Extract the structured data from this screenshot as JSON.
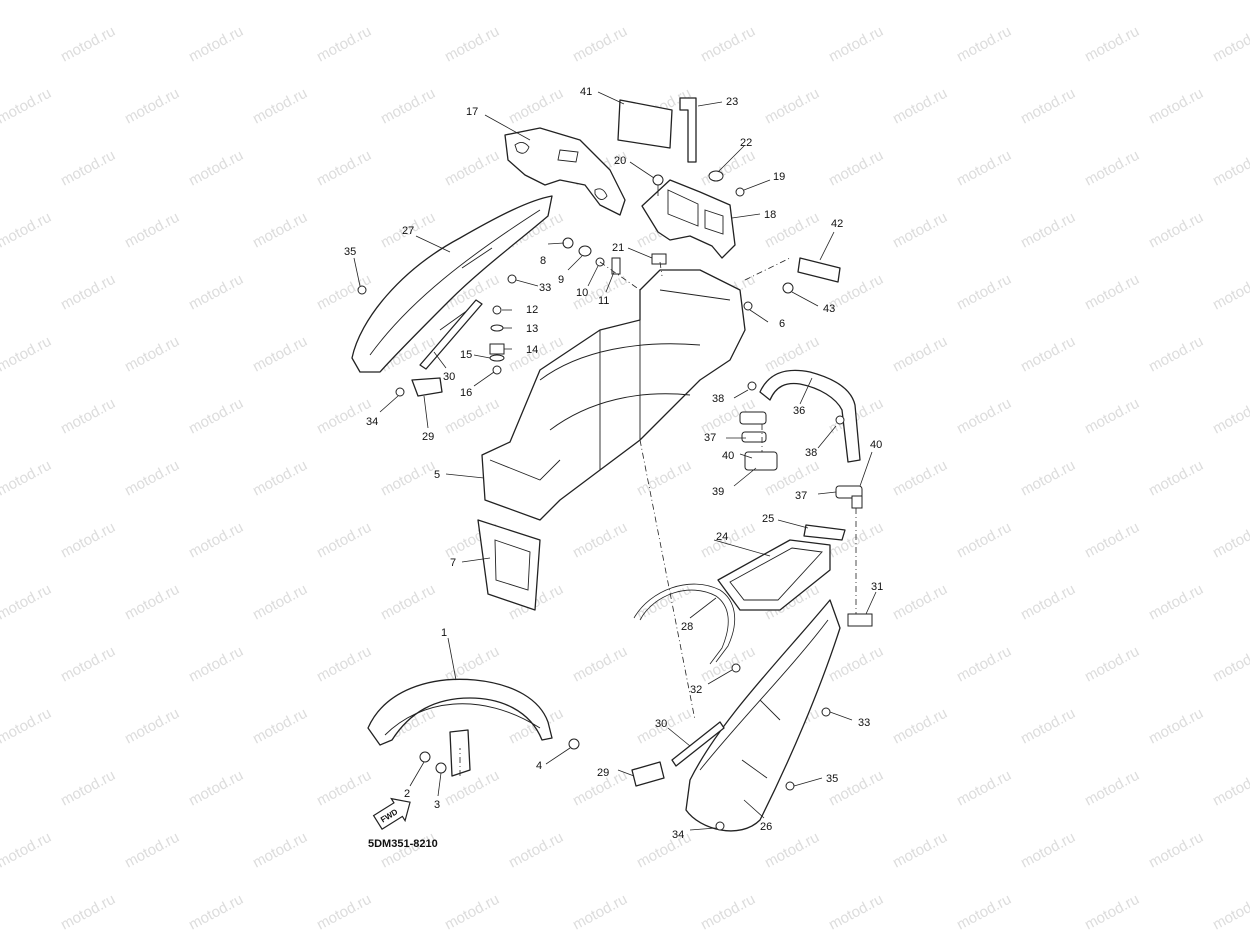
{
  "diagram": {
    "drawing_code": "5DM351-8210",
    "direction_label": "FWD",
    "watermark_text": "motod.ru",
    "callouts": [
      "1",
      "2",
      "3",
      "4",
      "5",
      "6",
      "7",
      "8",
      "9",
      "10",
      "11",
      "12",
      "13",
      "14",
      "15",
      "16",
      "17",
      "18",
      "19",
      "20",
      "21",
      "22",
      "23",
      "24",
      "25",
      "26",
      "27",
      "28",
      "29",
      "30",
      "31",
      "32",
      "33",
      "34",
      "35",
      "36",
      "37",
      "38",
      "39",
      "40",
      "41",
      "42",
      "43"
    ]
  },
  "colors": {
    "line": "#222222",
    "watermark": "#dcdcdc",
    "background": "#ffffff"
  },
  "icons": [
    "fwd-arrow-icon"
  ]
}
